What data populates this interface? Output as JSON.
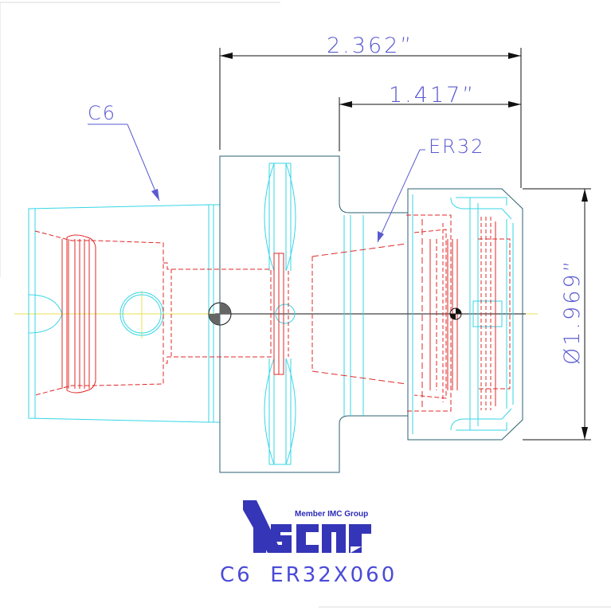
{
  "dimensions": {
    "overall_length": "2.362”",
    "shank_to_front": "1.417”",
    "diameter": "Ø1.969”"
  },
  "labels": {
    "shank_type": "C6",
    "collet_type": "ER32"
  },
  "branding": {
    "tagline": "Member IMC Group",
    "logo_name": "iscar-logo"
  },
  "part_number": "C6  ER32X060",
  "colors": {
    "outline": "#36d6e6",
    "hidden": "#e02828",
    "dimension": "#111111",
    "annotation": "#5a5ad0",
    "axis": "#e8e050",
    "logo": "#3535b8"
  }
}
